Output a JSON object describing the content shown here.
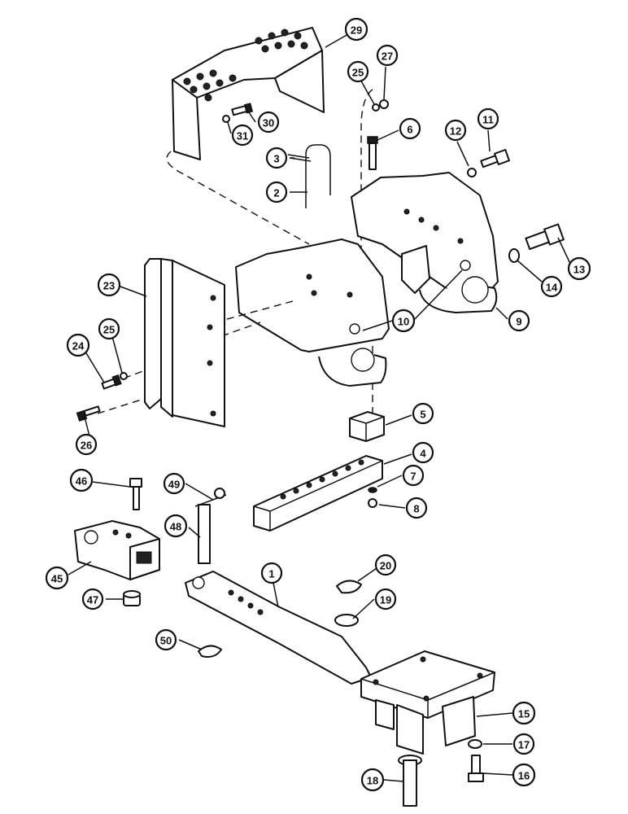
{
  "callouts": [
    {
      "label": "1"
    },
    {
      "label": "2"
    },
    {
      "label": "3"
    },
    {
      "label": "4"
    },
    {
      "label": "5"
    },
    {
      "label": "6"
    },
    {
      "label": "7"
    },
    {
      "label": "8"
    },
    {
      "label": "9"
    },
    {
      "label": "10"
    },
    {
      "label": "11"
    },
    {
      "label": "12"
    },
    {
      "label": "13"
    },
    {
      "label": "14"
    },
    {
      "label": "15"
    },
    {
      "label": "16"
    },
    {
      "label": "17"
    },
    {
      "label": "18"
    },
    {
      "label": "19"
    },
    {
      "label": "20"
    },
    {
      "label": "23"
    },
    {
      "label": "24"
    },
    {
      "label": "25"
    },
    {
      "label": "25"
    },
    {
      "label": "26"
    },
    {
      "label": "27"
    },
    {
      "label": "29"
    },
    {
      "label": "30"
    },
    {
      "label": "31"
    },
    {
      "label": "45"
    },
    {
      "label": "46"
    },
    {
      "label": "47"
    },
    {
      "label": "48"
    },
    {
      "label": "49"
    },
    {
      "label": "50"
    }
  ]
}
